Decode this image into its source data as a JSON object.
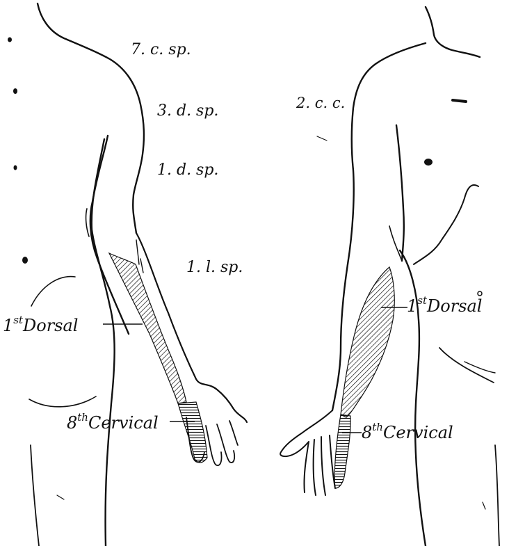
{
  "back_view": {
    "labels": {
      "c7": "7. c. sp.",
      "d3": "3. d. sp.",
      "d1": "1. d. sp.",
      "l1": "1. l. sp."
    },
    "dorsal_label": {
      "ordinal": "1",
      "suffix": "st",
      "word": "Dorsal"
    },
    "cervical_label": {
      "ordinal": "8",
      "suffix": "th",
      "word": "Cervical"
    }
  },
  "front_view": {
    "labels": {
      "c2": "2. c. c."
    },
    "dorsal_label": {
      "ordinal": "1",
      "suffix": "st",
      "word": "Dorsal"
    },
    "cervical_label": {
      "ordinal": "8",
      "suffix": "th",
      "word": "Cervical"
    }
  },
  "colors": {
    "ink": "#111111",
    "background": "#ffffff"
  }
}
